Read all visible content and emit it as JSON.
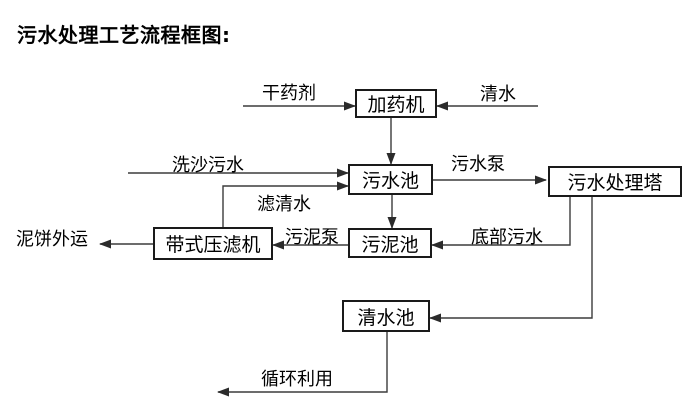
{
  "title": "污水处理工艺流程框图:",
  "flowchart": {
    "nodes": [
      {
        "id": "dosing-machine",
        "label": "加药机"
      },
      {
        "id": "sewage-pool",
        "label": "污水池"
      },
      {
        "id": "sewage-treatment-tower",
        "label": "污水处理塔"
      },
      {
        "id": "sludge-pool",
        "label": "污泥池"
      },
      {
        "id": "belt-filter-press",
        "label": "带式压滤机"
      },
      {
        "id": "clean-water-pool",
        "label": "清水池"
      }
    ],
    "flows": [
      {
        "label": "干药剂",
        "from": "external-input",
        "to": "dosing-machine"
      },
      {
        "label": "清水",
        "from": "external-input",
        "to": "dosing-machine"
      },
      {
        "label": "",
        "from": "dosing-machine",
        "to": "sewage-pool"
      },
      {
        "label": "洗沙污水",
        "from": "external-input",
        "to": "sewage-pool"
      },
      {
        "label": "滤清水",
        "from": "belt-filter-press",
        "to": "sewage-pool"
      },
      {
        "label": "污水泵",
        "from": "sewage-pool",
        "to": "sewage-treatment-tower"
      },
      {
        "label": "",
        "from": "sewage-pool",
        "to": "sludge-pool"
      },
      {
        "label": "底部污水",
        "from": "sewage-treatment-tower",
        "to": "sludge-pool"
      },
      {
        "label": "污泥泵",
        "from": "sludge-pool",
        "to": "belt-filter-press"
      },
      {
        "label": "泥饼外运",
        "from": "belt-filter-press",
        "to": "external-output"
      },
      {
        "label": "",
        "from": "sewage-treatment-tower",
        "to": "clean-water-pool"
      },
      {
        "label": "循环利用",
        "from": "clean-water-pool",
        "to": "external-output"
      }
    ],
    "colors": {
      "line": "#3c3c3c",
      "box_border": "#1a1a1a",
      "text": "#000000",
      "background": "#ffffff"
    }
  }
}
